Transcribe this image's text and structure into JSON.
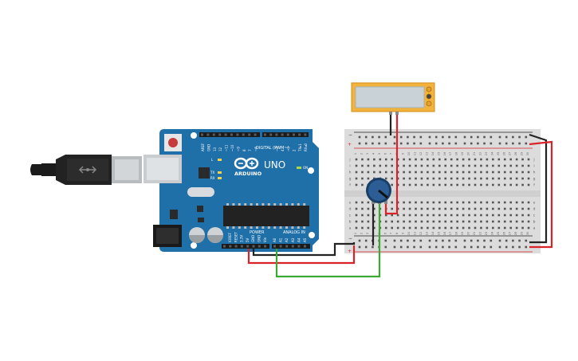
{
  "board": {
    "brand": "ARDUINO",
    "model": "UNO",
    "digital_label": "DIGITAL (PWM~)",
    "power_label": "POWER",
    "analog_label": "ANALOG IN",
    "on_label": "ON",
    "tx_label": "TX",
    "rx_label": "RX",
    "l_label": "L",
    "top_pin_labels": [
      "AREF",
      "GND",
      "13",
      "12",
      "~11",
      "~10",
      "~9",
      "8",
      "7",
      "~6",
      "~5",
      "4",
      "~3",
      "2",
      "TX▸1",
      "RX◂0"
    ],
    "power_pin_labels": [
      "IOREF",
      "RESET",
      "3.3V",
      "5V",
      "GND",
      "GND",
      "Vin"
    ],
    "analog_pin_labels": [
      "A0",
      "A1",
      "A2",
      "A3",
      "A4",
      "A5"
    ]
  },
  "breadboard": {
    "column_numbers": [
      "1",
      "2",
      "3",
      "4",
      "5",
      "6",
      "7",
      "8",
      "9",
      "10",
      "11",
      "12",
      "13",
      "14",
      "15",
      "16",
      "17",
      "18",
      "19",
      "20",
      "21",
      "22",
      "23",
      "24",
      "25",
      "26",
      "27",
      "28",
      "29",
      "30"
    ],
    "rows_top": [
      "j",
      "i",
      "h",
      "g",
      "f"
    ],
    "rows_bottom": [
      "e",
      "d",
      "c",
      "b",
      "a"
    ],
    "rail_minus": "−",
    "rail_plus": "+"
  },
  "colors": {
    "board_blue": "#1f6fa8",
    "wire_red": "#d8232a",
    "wire_black": "#222222",
    "wire_green": "#3aaa35",
    "display_frame": "#f2b33d",
    "display_screen": "#c9d2d6"
  },
  "icons": [
    "usb-cable-icon",
    "potentiometer-icon",
    "lcd-display-icon",
    "arduino-infinity-logo"
  ]
}
